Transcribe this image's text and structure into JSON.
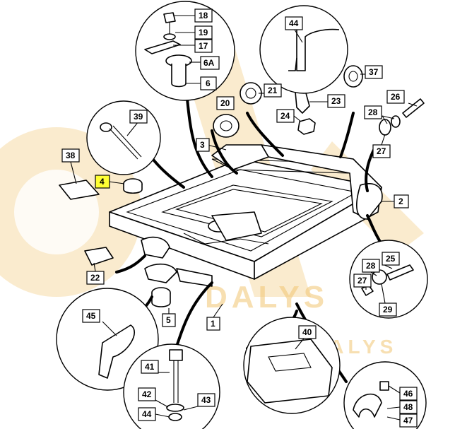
{
  "watermark": {
    "line1": "DALYS",
    "line2": "DALYS",
    "color": "#f2c572"
  },
  "highlight_color": "#ffff33",
  "callouts": [
    {
      "id": "c18",
      "text": "18"
    },
    {
      "id": "c19",
      "text": "19"
    },
    {
      "id": "c17",
      "text": "17"
    },
    {
      "id": "c6A",
      "text": "6A"
    },
    {
      "id": "c6",
      "text": "6"
    },
    {
      "id": "c44a",
      "text": "44"
    },
    {
      "id": "c37",
      "text": "37"
    },
    {
      "id": "c21",
      "text": "21"
    },
    {
      "id": "c23",
      "text": "23"
    },
    {
      "id": "c20",
      "text": "20"
    },
    {
      "id": "c24",
      "text": "24"
    },
    {
      "id": "c26",
      "text": "26"
    },
    {
      "id": "c28a",
      "text": "28"
    },
    {
      "id": "c27a",
      "text": "27"
    },
    {
      "id": "c39",
      "text": "39"
    },
    {
      "id": "c3",
      "text": "3"
    },
    {
      "id": "c38",
      "text": "38"
    },
    {
      "id": "c4",
      "text": "4"
    },
    {
      "id": "c2",
      "text": "2"
    },
    {
      "id": "c25",
      "text": "25"
    },
    {
      "id": "c28b",
      "text": "28"
    },
    {
      "id": "c27b",
      "text": "27"
    },
    {
      "id": "c29",
      "text": "29"
    },
    {
      "id": "c22",
      "text": "22"
    },
    {
      "id": "c45",
      "text": "45"
    },
    {
      "id": "c5",
      "text": "5"
    },
    {
      "id": "c1",
      "text": "1"
    },
    {
      "id": "c40",
      "text": "40"
    },
    {
      "id": "c41",
      "text": "41"
    },
    {
      "id": "c42",
      "text": "42"
    },
    {
      "id": "c43",
      "text": "43"
    },
    {
      "id": "c44b",
      "text": "44"
    },
    {
      "id": "c46",
      "text": "46"
    },
    {
      "id": "c48",
      "text": "48"
    },
    {
      "id": "c47",
      "text": "47"
    }
  ]
}
